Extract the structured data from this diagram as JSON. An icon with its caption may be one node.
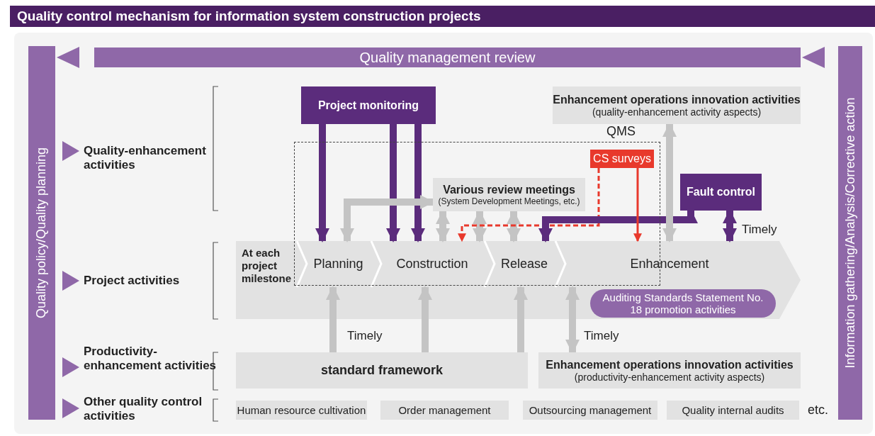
{
  "diagram": {
    "title": "Quality control mechanism for information system construction projects",
    "nodes": [
      {
        "text": [
          "Quality policy/Quality planning"
        ]
      },
      {
        "text": [
          "Quality management review"
        ]
      },
      {
        "text": [
          "Information gathering/Analysis/Corrective action"
        ]
      },
      {
        "text": [
          "Project monitoring"
        ]
      },
      {
        "text": [
          "Enhancement operations innovation activities",
          "(quality-enhancement activity aspects)"
        ]
      },
      {
        "text": [
          "QMS"
        ]
      },
      {
        "text": [
          "Various review meetings",
          "(System Development Meetings, etc.)"
        ],
        "in": 5
      },
      {
        "text": [
          "CS surveys"
        ],
        "in": 5
      },
      {
        "text": [
          "Fault control"
        ]
      },
      {
        "text": [
          "At each project milestone"
        ]
      },
      {
        "text": [
          "Planning"
        ]
      },
      {
        "text": [
          "Construction"
        ]
      },
      {
        "text": [
          "Release"
        ]
      },
      {
        "text": [
          "Enhancement"
        ],
        "in": 9
      },
      {
        "text": [
          "Auditing Standards Statement No. 18 promotion activities"
        ],
        "in": 9
      },
      {
        "text": [
          "standard framework"
        ]
      },
      {
        "text": [
          "Enhancement operations innovation activities",
          "(productivity-enhancement activity aspects)"
        ]
      },
      {
        "text": [
          "Human resource cultivation"
        ]
      },
      {
        "text": [
          "Order management"
        ]
      },
      {
        "text": [
          "Outsourcing management"
        ]
      },
      {
        "text": [
          "Quality internal audits"
        ]
      }
    ],
    "edges": [
      {
        "from": 3,
        "to": 10,
        "arrow": "to",
        "color": "#5b2c7c"
      },
      {
        "from": 3,
        "to": 11,
        "arrow": "to",
        "color": "#5b2c7c"
      },
      {
        "from": 3,
        "to": 11,
        "arrow": "to",
        "color": "#5b2c7c"
      },
      {
        "from": 6,
        "to": 10,
        "arrow": "both"
      },
      {
        "from": 6,
        "to": 11,
        "arrow": "both"
      },
      {
        "from": 6,
        "to": 11,
        "arrow": "both"
      },
      {
        "from": 6,
        "to": 12,
        "arrow": "both"
      },
      {
        "from": 7,
        "to": 11,
        "arrow": "to",
        "style": "dashed",
        "color": "#e8392c"
      },
      {
        "from": 8,
        "to": 12,
        "arrow": "both",
        "color": "#5b2c7c"
      },
      {
        "from": 7,
        "to": 13,
        "arrow": "to",
        "color": "#e8392c"
      },
      {
        "from": 4,
        "to": 13,
        "arrow": "both"
      },
      {
        "from": 8,
        "to": 13,
        "arrow": "both",
        "label": "Timely",
        "color": "#5b2c7c"
      },
      {
        "from": 15,
        "to": 10,
        "arrow": "to",
        "label": "Timely"
      },
      {
        "from": 15,
        "to": 11,
        "arrow": "to"
      },
      {
        "from": 15,
        "to": 12,
        "arrow": "to"
      },
      {
        "from": 16,
        "to": 13,
        "arrow": "both",
        "label": "Timely"
      },
      {
        "from": 1,
        "to": 0,
        "arrow": "to",
        "color": "#8f68a8"
      },
      {
        "from": 2,
        "to": 1,
        "arrow": "to",
        "color": "#8f68a8"
      }
    ],
    "labels": [
      "Quality-enhancement activities",
      "Project activities",
      "Productivity-enhancement activities",
      "Other quality control activities",
      "etc."
    ]
  }
}
